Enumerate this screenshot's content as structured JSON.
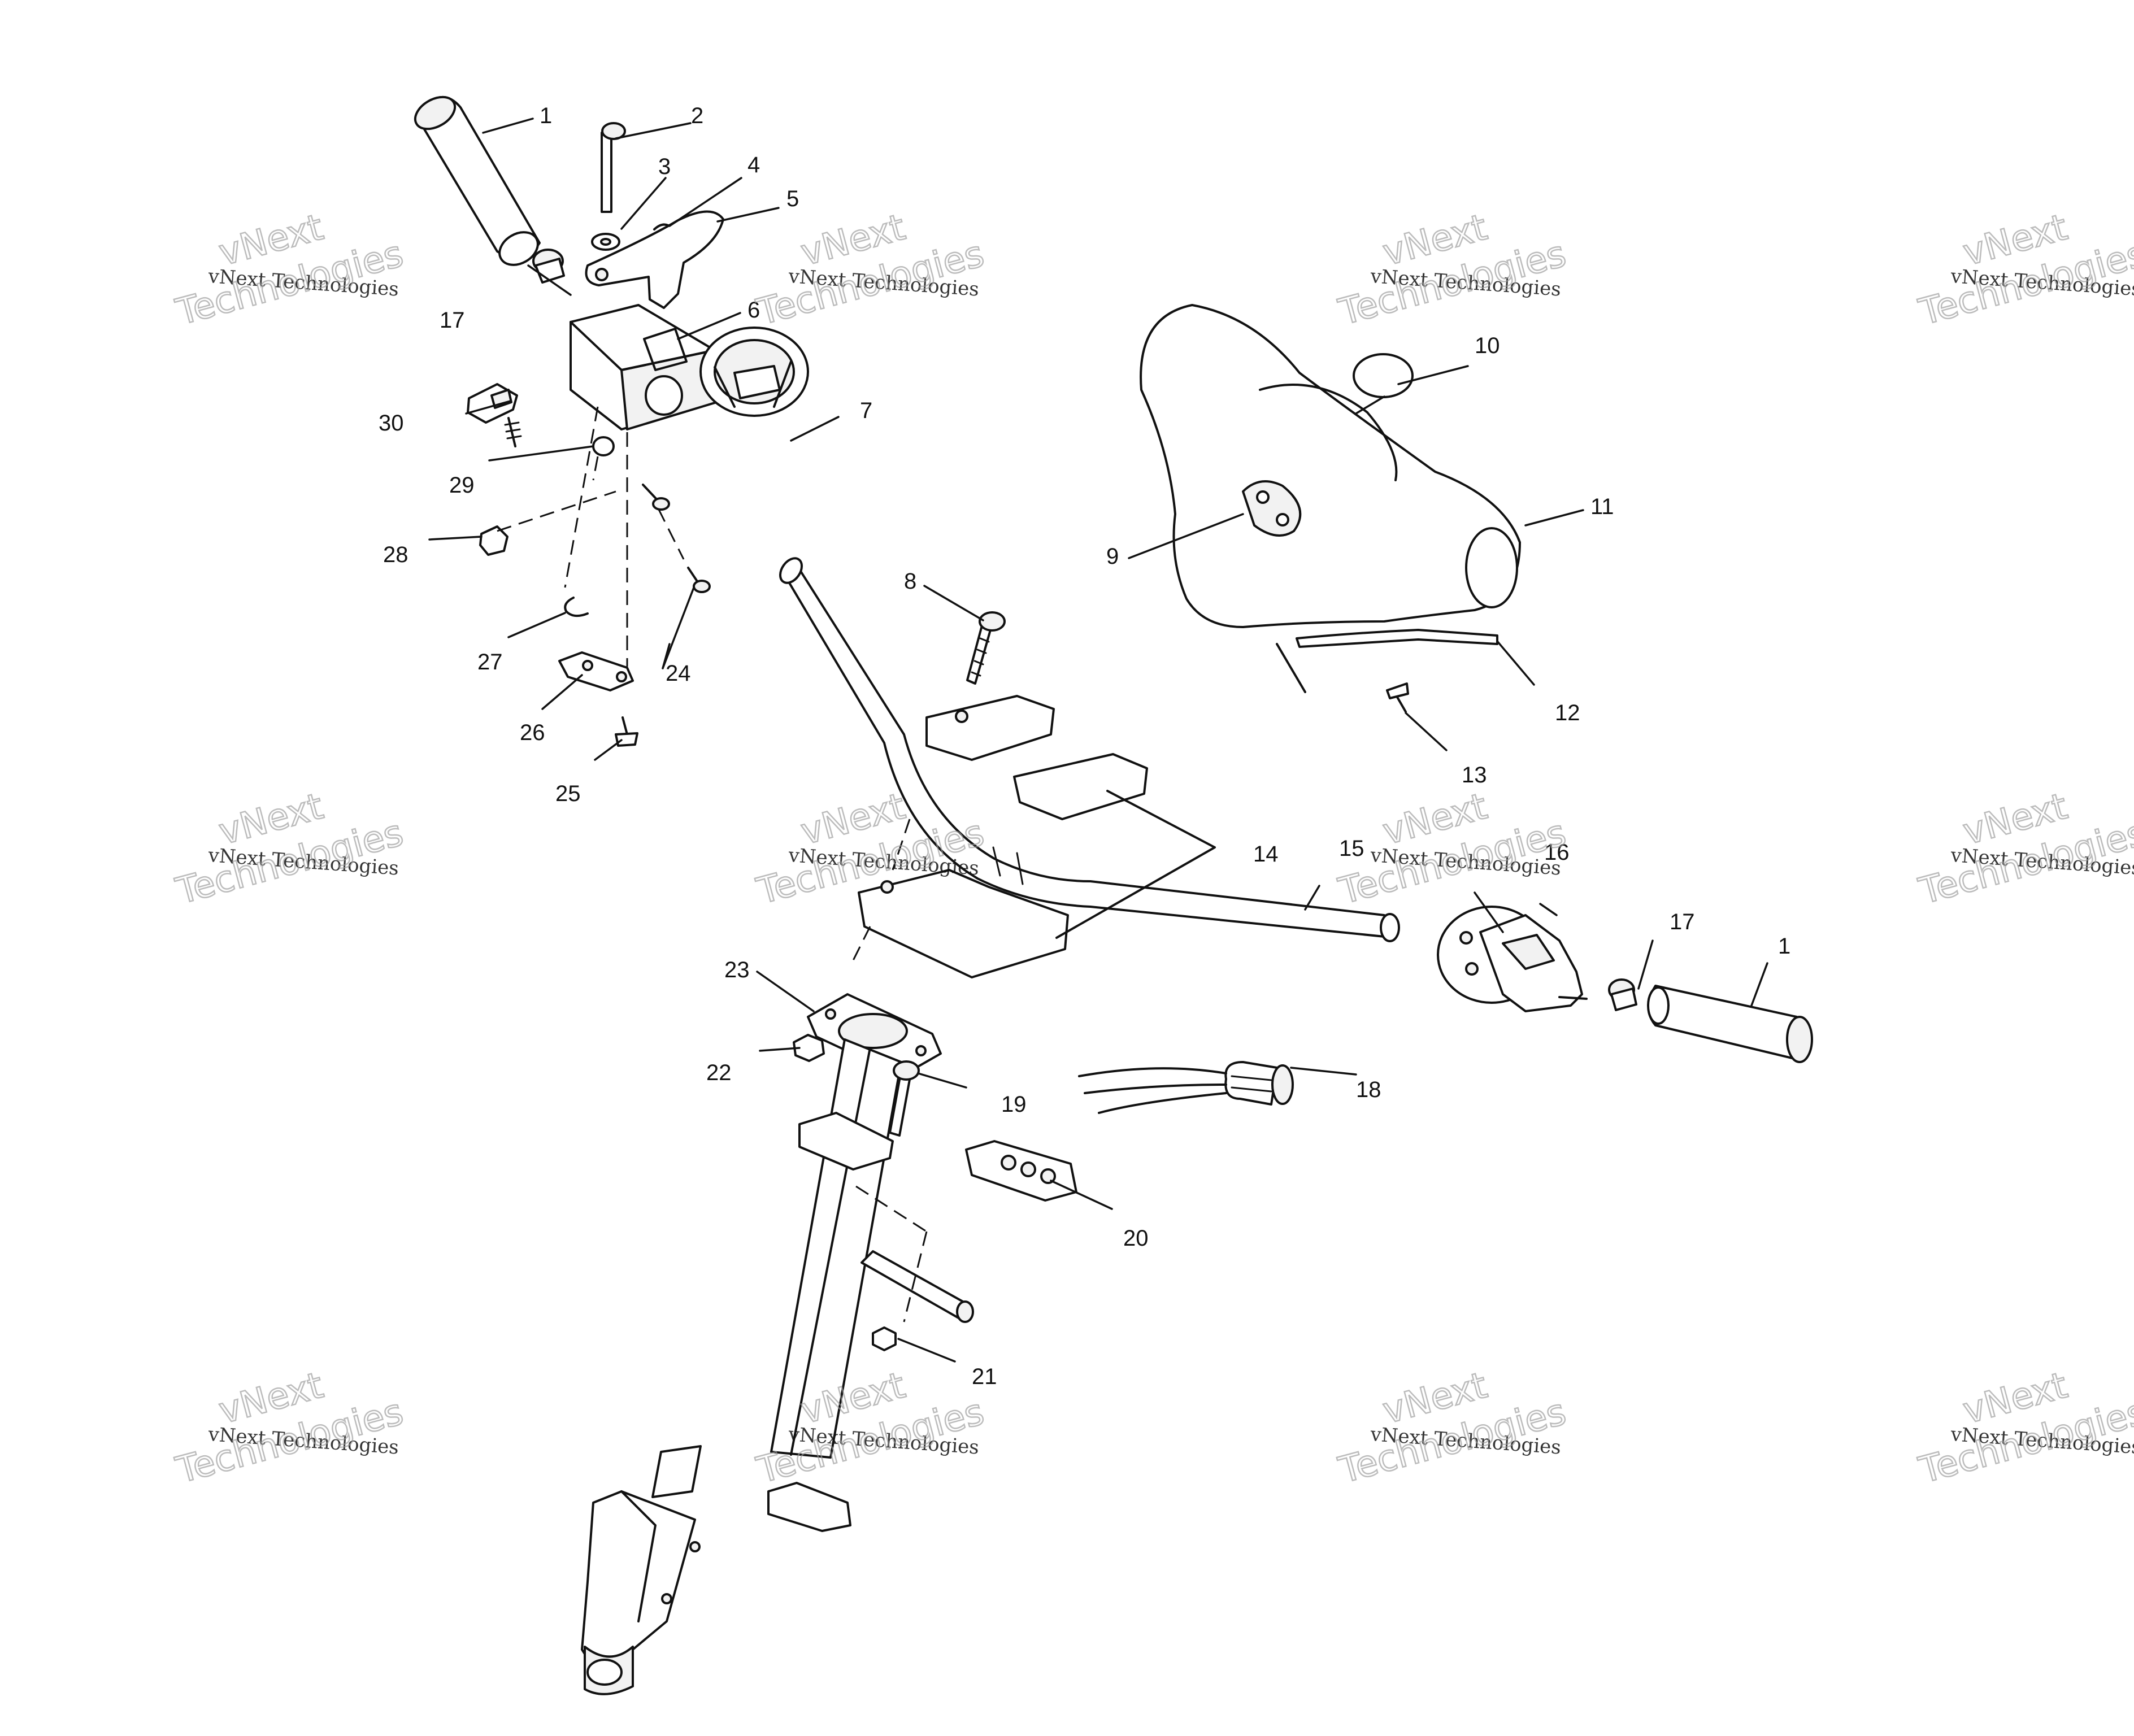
{
  "watermark": {
    "line": "vNext Technologies",
    "outline_top": "vNext",
    "outline_bottom": "Technologies"
  },
  "callouts": {
    "c1a": "1",
    "c2": "2",
    "c3": "3",
    "c4": "4",
    "c5": "5",
    "c6": "6",
    "c7": "7",
    "c8": "8",
    "c9": "9",
    "c10": "10",
    "c11": "11",
    "c12": "12",
    "c13": "13",
    "c14": "14",
    "c15": "15",
    "c16": "16",
    "c17a": "17",
    "c17b": "17",
    "c1b": "1",
    "c18": "18",
    "c19": "19",
    "c20": "20",
    "c21": "21",
    "c22": "22",
    "c23": "23",
    "c24": "24",
    "c25": "25",
    "c26": "26",
    "c27": "27",
    "c28": "28",
    "c29": "29",
    "c30": "30"
  }
}
